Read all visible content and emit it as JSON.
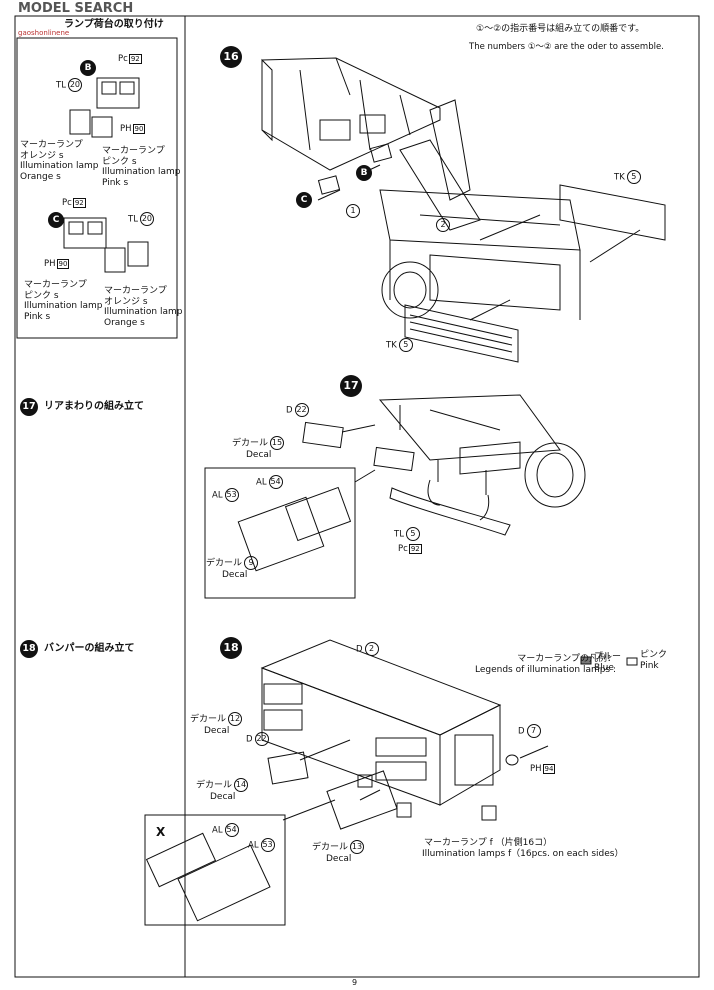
{
  "header": {
    "watermark_logo": "MODEL SEARCH",
    "watermark_sub": "gaoshonlinene",
    "top_left_heading": "ランプ荷台の取り付け"
  },
  "order_note": {
    "jp_pre": "①～②の指示番号は組み立ての順番です。",
    "en": "The numbers ①～② are the oder to assemble."
  },
  "left_panel": {
    "sub_b": {
      "letter": "B",
      "tl_part": "TL",
      "tl_num": "20",
      "pc_part": "Pc",
      "pc_num": "92",
      "ph_part": "PH",
      "ph_num": "90",
      "orange_label": [
        "マーカーランプ",
        "オレンジ s",
        "Illumination lamp",
        "Orange s"
      ],
      "pink_label": [
        "マーカーランプ",
        "ピンク s",
        "Illumination lamp",
        "Pink s"
      ]
    },
    "sub_c": {
      "letter": "C",
      "pc_part": "Pc",
      "pc_num": "92",
      "tl_part": "TL",
      "tl_num": "20",
      "ph_part": "PH",
      "ph_num": "90",
      "pink_label": [
        "マーカーランプ",
        "ピンク s",
        "Illumination lamp",
        "Pink s"
      ],
      "orange_label": [
        "マーカーランプ",
        "オレンジ s",
        "Illumination lamp",
        "Orange s"
      ]
    }
  },
  "steps": {
    "s16": {
      "number": "16",
      "order1": "1",
      "order2": "2",
      "b": "B",
      "c": "C",
      "tk_top": "TK",
      "tk_top_num": "5",
      "tk_bottom": "TK",
      "tk_bottom_num": "5"
    },
    "s17": {
      "number": "17",
      "title": "リアまわりの組み立て",
      "d": "D",
      "d_num": "22",
      "decal_jp": "デカール",
      "decal_en": "Decal",
      "decal_num": "15",
      "al_a": "AL",
      "al_a_num": "54",
      "al_b": "AL",
      "al_b_num": "53",
      "decal2_jp": "デカール",
      "decal2_en": "Decal",
      "decal2_num": "9",
      "tl": "TL",
      "tl_num": "5",
      "pc": "Pc",
      "pc_num": "92"
    },
    "s18": {
      "number": "18",
      "title": "バンパーの組み立て",
      "d_top": "D",
      "d_top_num": "2",
      "legend_jp": "マーカーランプの凡例：",
      "legend_en": "Legends of illumination lamps :",
      "blue_jp": "ブルー",
      "blue_en": "Blue",
      "pink_jp": "ピンク",
      "pink_en": "Pink",
      "decal12_jp": "デカール",
      "decal12_en": "Decal",
      "decal12_num": "12",
      "d22": "D",
      "d22_num": "22",
      "decal14_jp": "デカール",
      "decal14_en": "Decal",
      "decal14_num": "14",
      "d7": "D",
      "d7_num": "7",
      "ph": "PH",
      "ph_num": "94",
      "decal13_jp": "デカール",
      "decal13_en": "Decal",
      "decal13_num": "13",
      "lamp_f_jp": "マーカーランプ f （片側16コ）",
      "lamp_f_en": "Illumination lamps f（16pcs. on each sides）",
      "x_mark": "X",
      "al54": "AL",
      "al54_num": "54",
      "al53": "AL",
      "al53_num": "53"
    }
  },
  "footer": {
    "page_number": "9"
  }
}
